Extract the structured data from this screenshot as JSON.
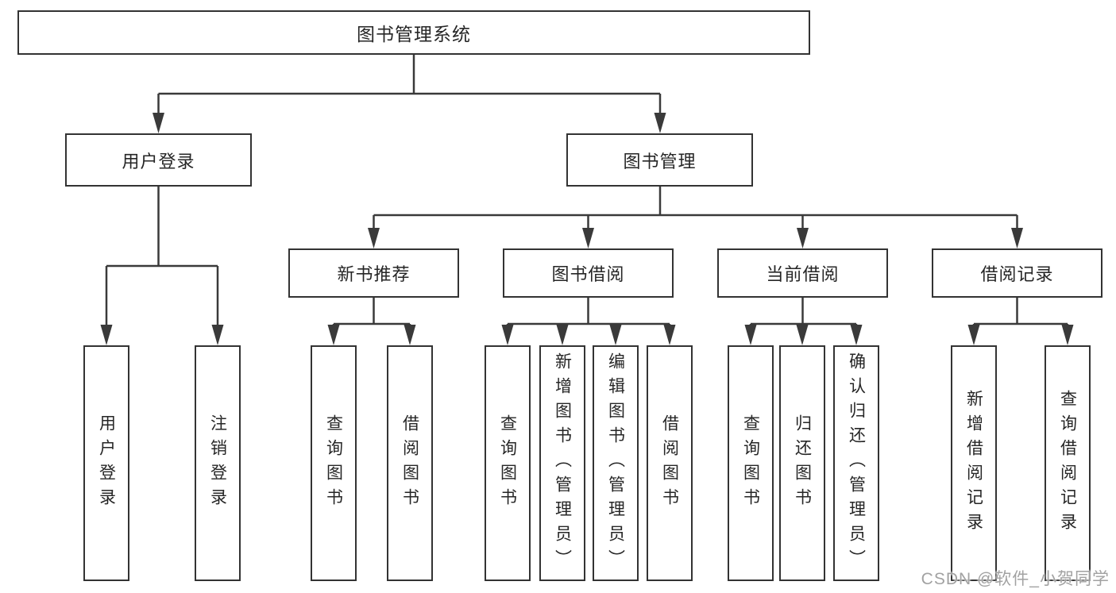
{
  "title": {
    "label": "图书管理系统"
  },
  "watermark": {
    "text": "CSDN @软件_小贺同学"
  },
  "colors": {
    "line": "#3a3a3a",
    "box_border": "#333333",
    "box_background": "#ffffff",
    "text": "#262626",
    "watermark": "#a2a2a2",
    "page_background": "#ffffff"
  },
  "level2": [
    {
      "label": "用户登录"
    },
    {
      "label": "图书管理"
    }
  ],
  "level3": [
    {
      "label": "新书推荐",
      "parent": "图书管理"
    },
    {
      "label": "图书借阅",
      "parent": "图书管理"
    },
    {
      "label": "当前借阅",
      "parent": "图书管理"
    },
    {
      "label": "借阅记录",
      "parent": "图书管理"
    }
  ],
  "leaves": [
    {
      "label": "用户登录",
      "parent": "用户登录"
    },
    {
      "label": "注销登录",
      "parent": "用户登录"
    },
    {
      "label": "查询图书",
      "parent": "新书推荐"
    },
    {
      "label": "借阅图书",
      "parent": "新书推荐"
    },
    {
      "label": "查询图书",
      "parent": "图书借阅"
    },
    {
      "label": "新增图书（管理员）",
      "parent": "图书借阅"
    },
    {
      "label": "编辑图书（管理员）",
      "parent": "图书借阅"
    },
    {
      "label": "借阅图书",
      "parent": "图书借阅"
    },
    {
      "label": "查询图书",
      "parent": "当前借阅"
    },
    {
      "label": "归还图书",
      "parent": "当前借阅"
    },
    {
      "label": "确认归还（管理员）",
      "parent": "当前借阅"
    },
    {
      "label": "新增借阅记录",
      "parent": "借阅记录"
    },
    {
      "label": "查询借阅记录",
      "parent": "借阅记录"
    }
  ]
}
